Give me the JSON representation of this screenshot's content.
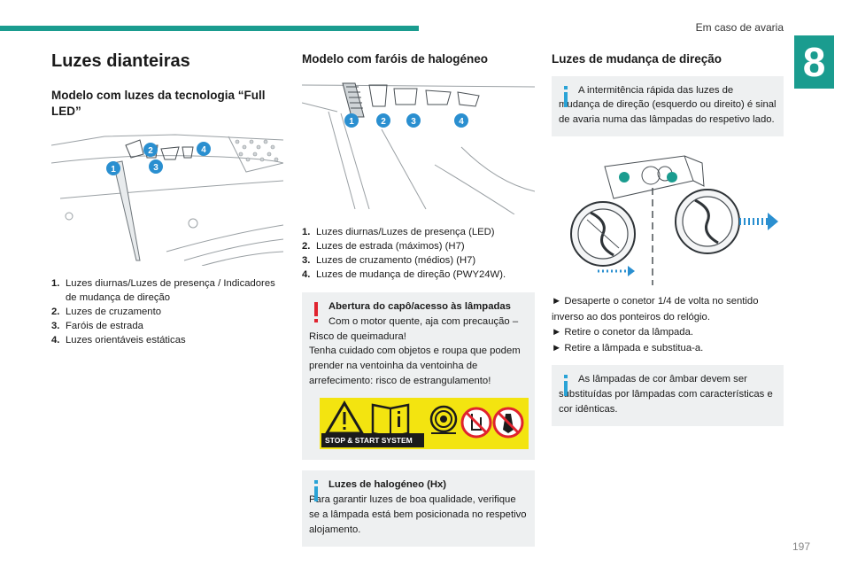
{
  "header": {
    "section_title": "Em caso de avaria",
    "chapter_number": "8",
    "page_number": "197"
  },
  "colors": {
    "accent": "#1a9c8f",
    "warning_red": "#e0232e",
    "info_blue": "#2aa3d6",
    "callout_blue": "#2a8fd0",
    "box_gray": "#eef0f1",
    "strip_yellow": "#f3e410"
  },
  "col1": {
    "title": "Luzes dianteiras",
    "subtitle": "Modelo com luzes da tecnologia “Full LED”",
    "callouts": [
      "1",
      "2",
      "3",
      "4"
    ],
    "legend": [
      {
        "num": "1.",
        "text": "Luzes diurnas/Luzes de presença / Indicadores de mudança de direção"
      },
      {
        "num": "2.",
        "text": "Luzes de cruzamento"
      },
      {
        "num": "3.",
        "text": "Faróis de estrada"
      },
      {
        "num": "4.",
        "text": "Luzes orientáveis estáticas"
      }
    ]
  },
  "col2": {
    "subtitle": "Modelo com faróis de halogéneo",
    "callouts": [
      "1",
      "2",
      "3",
      "4"
    ],
    "legend": [
      {
        "num": "1.",
        "text": "Luzes diurnas/Luzes de presença (LED)"
      },
      {
        "num": "2.",
        "text": "Luzes de estrada (máximos) (H7)"
      },
      {
        "num": "3.",
        "text": "Luzes de cruzamento (médios) (H7)"
      },
      {
        "num": "4.",
        "text": "Luzes de mudança de direção (PWY24W)."
      }
    ],
    "warning": {
      "title": "Abertura do capô/acesso às lâmpadas",
      "line1": "Com o motor quente, aja com precaução – Risco de queimadura!",
      "line2": "Tenha cuidado com objetos e roupa que podem prender na ventoinha da ventoinha de arrefecimento: risco de estrangulamento!",
      "strip_caption": "STOP & START SYSTEM"
    },
    "info": {
      "title": "Luzes de halogéneo (Hx)",
      "text": "Para garantir luzes de boa qualidade, verifique se a lâmpada está bem posicionada no respetivo alojamento."
    }
  },
  "col3": {
    "subtitle": "Luzes de mudança de direção",
    "info1": "A intermitência rápida das luzes de mudança de direção (esquerdo ou direito) é sinal de avaria numa das lâmpadas do respetivo lado.",
    "steps": [
      "► Desaperte o conetor 1/4 de volta no sentido inverso ao dos ponteiros do relógio.",
      "► Retire o conetor da lâmpada.",
      "► Retire a lâmpada e substitua-a."
    ],
    "info2": "As lâmpadas de cor âmbar devem ser substituídas por lâmpadas com características e cor idênticas."
  },
  "icons": [
    "warning-triangle-icon",
    "manual-book-icon",
    "fan-belt-icon",
    "no-hand-icon",
    "no-tie-icon",
    "exclamation-icon",
    "info-icon",
    "rotate-arrow-icon"
  ]
}
